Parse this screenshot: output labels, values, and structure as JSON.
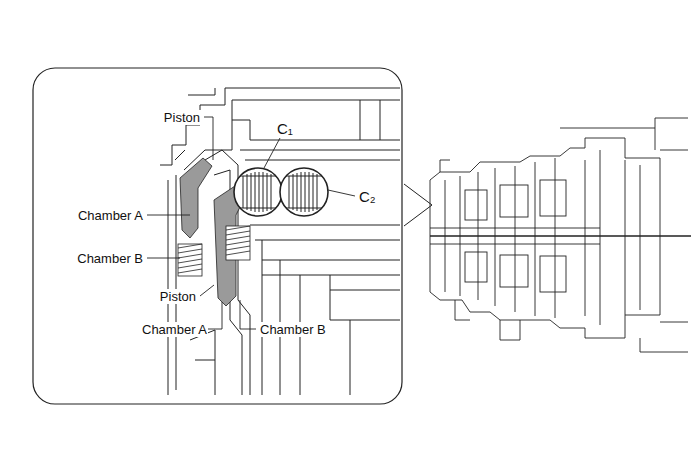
{
  "diagram": {
    "labels": [
      "Piston",
      "C₁",
      "Chamber A",
      "C₂",
      "Chamber B",
      "Piston",
      "Chamber A",
      "Chamber B"
    ]
  }
}
